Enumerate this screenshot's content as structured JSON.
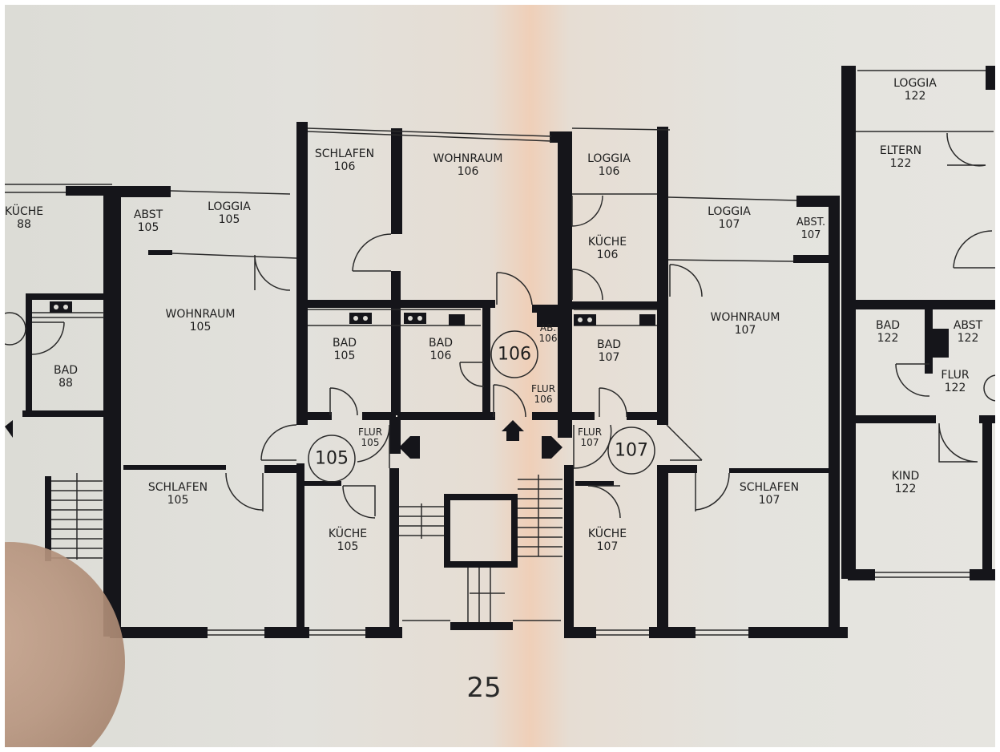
{
  "rooms": {
    "kueche_88": {
      "name": "KÜCHE",
      "num": "88"
    },
    "bad_88": {
      "name": "BAD",
      "num": "88"
    },
    "abst_105": {
      "name": "ABST",
      "num": "105"
    },
    "loggia_105": {
      "name": "LOGGIA",
      "num": "105"
    },
    "wohnraum_105": {
      "name": "WOHNRAUM",
      "num": "105"
    },
    "schlafen_105": {
      "name": "SCHLAFEN",
      "num": "105"
    },
    "bad_105": {
      "name": "BAD",
      "num": "105"
    },
    "flur_105": {
      "name": "FLUR",
      "num": "105"
    },
    "kueche_105": {
      "name": "KÜCHE",
      "num": "105"
    },
    "schlafen_106": {
      "name": "SCHLAFEN",
      "num": "106"
    },
    "wohnraum_106": {
      "name": "WOHNRAUM",
      "num": "106"
    },
    "loggia_106": {
      "name": "LOGGIA",
      "num": "106"
    },
    "kueche_106": {
      "name": "KÜCHE",
      "num": "106"
    },
    "bad_106": {
      "name": "BAD",
      "num": "106"
    },
    "ab_106": {
      "name": "AB.",
      "num": "106"
    },
    "flur_106": {
      "name": "FLUR",
      "num": "106"
    },
    "bad_107": {
      "name": "BAD",
      "num": "107"
    },
    "flur_107": {
      "name": "FLUR",
      "num": "107"
    },
    "kueche_107": {
      "name": "KÜCHE",
      "num": "107"
    },
    "loggia_107": {
      "name": "LOGGIA",
      "num": "107"
    },
    "abst_107": {
      "name": "ABST.",
      "num": "107"
    },
    "wohnraum_107": {
      "name": "WOHNRAUM",
      "num": "107"
    },
    "schlafen_107": {
      "name": "SCHLAFEN",
      "num": "107"
    },
    "loggia_122": {
      "name": "LOGGIA",
      "num": "122"
    },
    "eltern_122": {
      "name": "ELTERN",
      "num": "122"
    },
    "bad_122": {
      "name": "BAD",
      "num": "122"
    },
    "abst_122": {
      "name": "ABST",
      "num": "122"
    },
    "flur_122": {
      "name": "FLUR",
      "num": "122"
    },
    "kind_122": {
      "name": "KIND",
      "num": "122"
    }
  },
  "apartments": {
    "a105": "105",
    "a106": "106",
    "a107": "107"
  },
  "page_number": "25",
  "colors": {
    "wall": "#15151a",
    "paper": "#e2e1dc",
    "ink": "#1e1e1e"
  }
}
